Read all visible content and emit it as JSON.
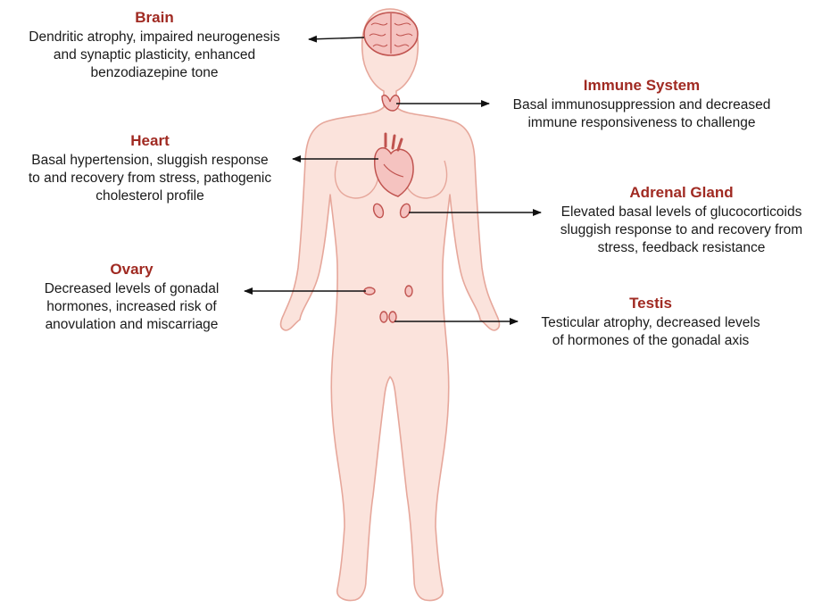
{
  "organs": {
    "brain": {
      "title": "Brain",
      "lines": [
        "Dendritic atrophy, impaired neurogenesis",
        "and synaptic plasticity, enhanced",
        "benzodiazepine tone"
      ]
    },
    "immune": {
      "title": "Immune System",
      "lines": [
        "Basal immunosuppression and decreased",
        "immune responsiveness to challenge"
      ]
    },
    "heart": {
      "title": "Heart",
      "lines": [
        "Basal hypertension, sluggish response",
        "to and recovery from stress, pathogenic",
        "cholesterol profile"
      ]
    },
    "adrenal": {
      "title": "Adrenal Gland",
      "lines": [
        "Elevated basal levels of glucocorticoids",
        "sluggish response to and recovery from",
        "stress, feedback resistance"
      ]
    },
    "ovary": {
      "title": "Ovary",
      "lines": [
        "Decreased levels of gonadal",
        "hormones, increased risk of",
        "anovulation and miscarriage"
      ]
    },
    "testis": {
      "title": "Testis",
      "lines": [
        "Testicular atrophy, decreased levels",
        "of hormones of the gonadal axis"
      ]
    }
  },
  "colors": {
    "title": "#a02a22",
    "body_fill": "#fbe3dc",
    "body_stroke": "#e6a79b",
    "organ_fill": "#f5c3c0",
    "organ_stroke": "#c0534f",
    "arrow": "#111111"
  }
}
